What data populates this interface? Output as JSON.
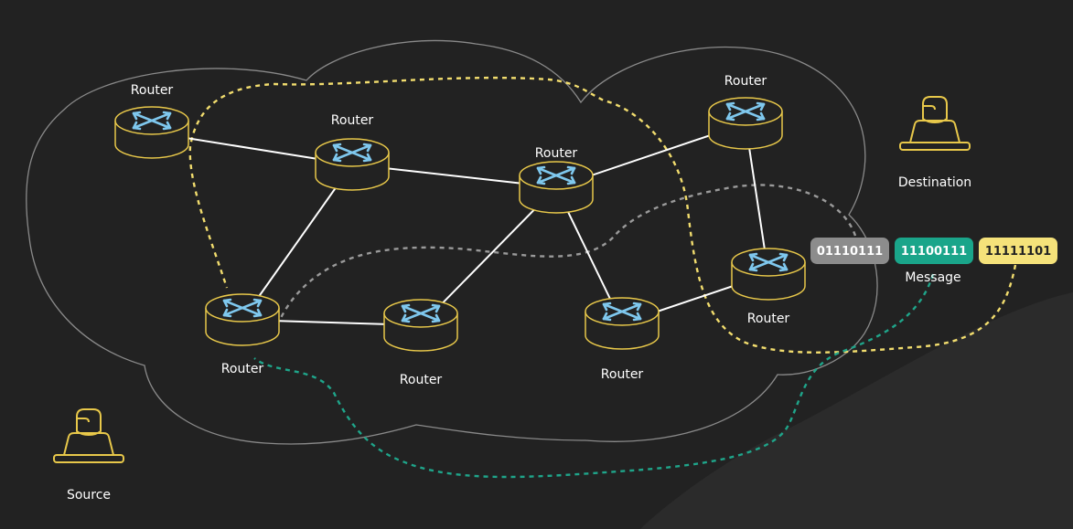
{
  "colors": {
    "background": "#222222",
    "router_stroke": "#e8c84a",
    "router_fill": "#222222",
    "router_arrows": "#7fc8ee",
    "link": "#ffffff",
    "cloud_outline": "#8a8a8a",
    "path_yellow": "#f2dd6e",
    "path_gray": "#9a9a9a",
    "path_green": "#1fa58a",
    "packet_gray": "#8c8c8c",
    "packet_green": "#1aa58a",
    "packet_yellow": "#f5e27a"
  },
  "routers": [
    {
      "id": "r1",
      "label": "Router"
    },
    {
      "id": "r2",
      "label": "Router"
    },
    {
      "id": "r3",
      "label": "Router"
    },
    {
      "id": "r4",
      "label": "Router"
    },
    {
      "id": "r5",
      "label": "Router"
    },
    {
      "id": "r6",
      "label": "Router"
    },
    {
      "id": "r7",
      "label": "Router"
    },
    {
      "id": "r8",
      "label": "Router"
    }
  ],
  "links": [
    [
      "r1",
      "r2"
    ],
    [
      "r2",
      "r3"
    ],
    [
      "r3",
      "r4"
    ],
    [
      "r2",
      "r5"
    ],
    [
      "r5",
      "r6"
    ],
    [
      "r3",
      "r6"
    ],
    [
      "r3",
      "r7"
    ],
    [
      "r7",
      "r8"
    ],
    [
      "r4",
      "r8"
    ]
  ],
  "endpoints": {
    "source": {
      "label": "Source",
      "icon": "person-laptop-icon"
    },
    "destination": {
      "label": "Destination",
      "icon": "person-laptop-icon"
    }
  },
  "message": {
    "label": "Message",
    "packets": [
      {
        "bits": "01110111",
        "color": "gray"
      },
      {
        "bits": "11100111",
        "color": "green"
      },
      {
        "bits": "11111101",
        "color": "yellow"
      }
    ]
  }
}
